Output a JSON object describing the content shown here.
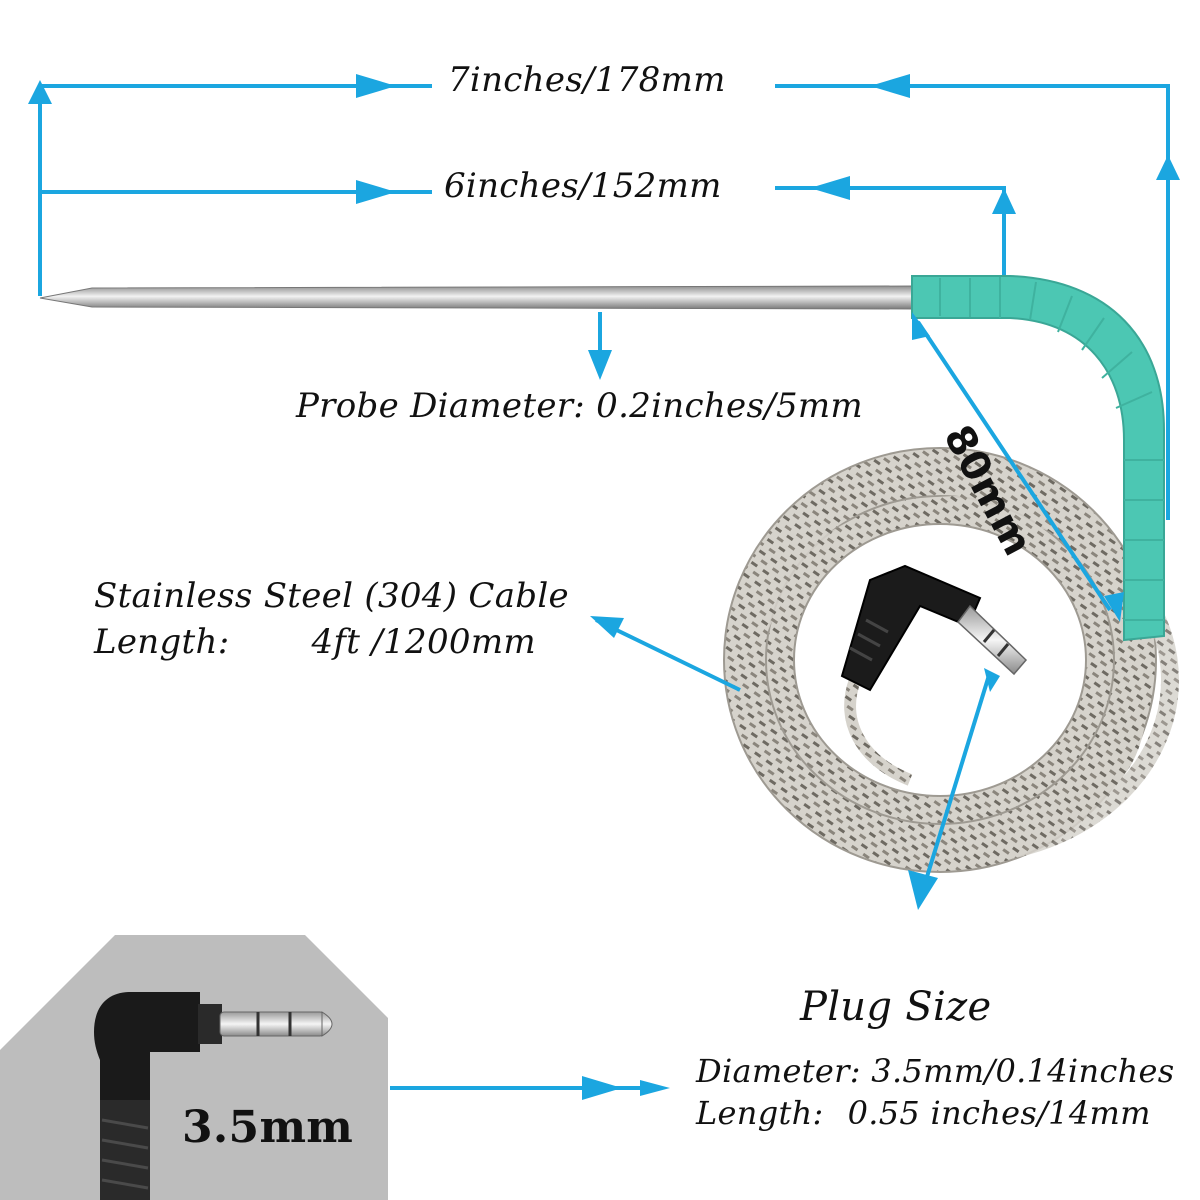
{
  "colors": {
    "arrow": "#1ba6e0",
    "handle": "#4cc7b3",
    "probe": "#c8c8c8",
    "cable": "#a8a6a0",
    "plug_body": "#1a1a1a",
    "inset_bg": "#bdbdbd"
  },
  "dimensions": {
    "overall_length": "7inches/178mm",
    "probe_length": "6inches/152mm",
    "probe_diameter": "Probe Diameter: 0.2inches/5mm",
    "handle_length": "80mm"
  },
  "cable": {
    "line1": "Stainless Steel (304) Cable",
    "length_label": "Length:",
    "length_value": "4ft /1200mm"
  },
  "plug": {
    "title": "Plug Size",
    "diameter": "Diameter: 3.5mm/0.14inches",
    "length_label": "Length:",
    "length_value": "0.55 inches/14mm"
  },
  "inset": {
    "size_label": "3.5mm"
  }
}
